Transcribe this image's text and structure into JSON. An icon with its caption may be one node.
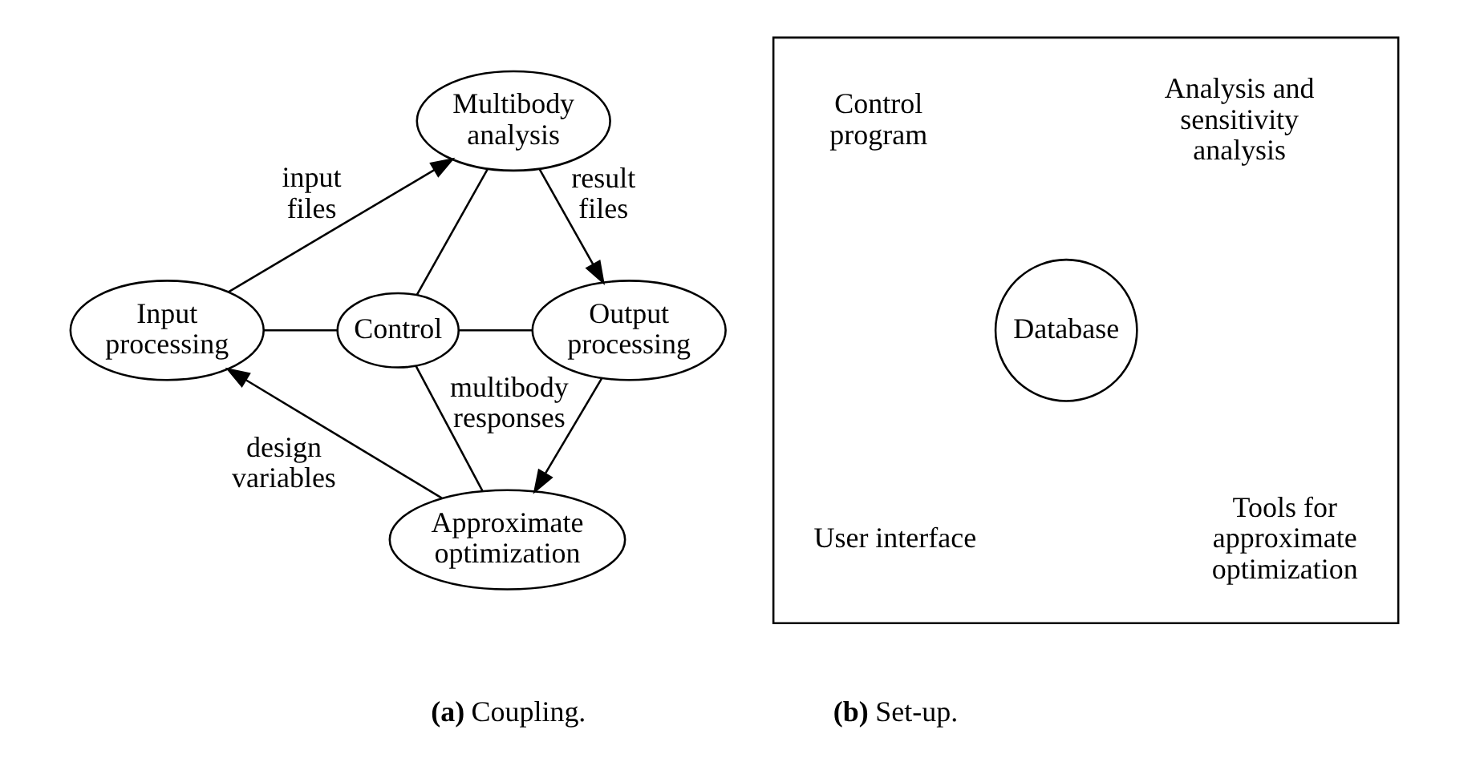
{
  "diagram": {
    "nodes": [
      {
        "text": [
          "Multibody analysis"
        ]
      },
      {
        "text": [
          "Input processing"
        ]
      },
      {
        "text": [
          "Control"
        ]
      },
      {
        "text": [
          "Output processing"
        ]
      },
      {
        "text": [
          "Approximate optimization"
        ]
      },
      {
        "text": [],
        "shape": "box"
      },
      {
        "text": [
          "Control program"
        ],
        "in": 5
      },
      {
        "text": [
          "Analysis and sensitivity analysis"
        ],
        "in": 5
      },
      {
        "text": [
          "Database"
        ],
        "in": 5
      },
      {
        "text": [
          "User interface"
        ],
        "in": 5
      },
      {
        "text": [
          "Tools for approximate optimization"
        ],
        "in": 5
      }
    ],
    "edges": [
      {
        "from": 1,
        "to": 0,
        "arrow": "to",
        "label": "input files"
      },
      {
        "from": 0,
        "to": 3,
        "arrow": "to",
        "label": "result files"
      },
      {
        "from": 3,
        "to": 4,
        "arrow": "to",
        "label": "multibody responses"
      },
      {
        "from": 4,
        "to": 1,
        "arrow": "to",
        "label": "design variables"
      },
      {
        "from": 0,
        "to": 2,
        "arrow": "none"
      },
      {
        "from": 1,
        "to": 2,
        "arrow": "none"
      },
      {
        "from": 2,
        "to": 3,
        "arrow": "none"
      },
      {
        "from": 2,
        "to": 4,
        "arrow": "none"
      }
    ],
    "labels": [
      "**(a)** Coupling.",
      "**(b)** Set-up."
    ]
  }
}
